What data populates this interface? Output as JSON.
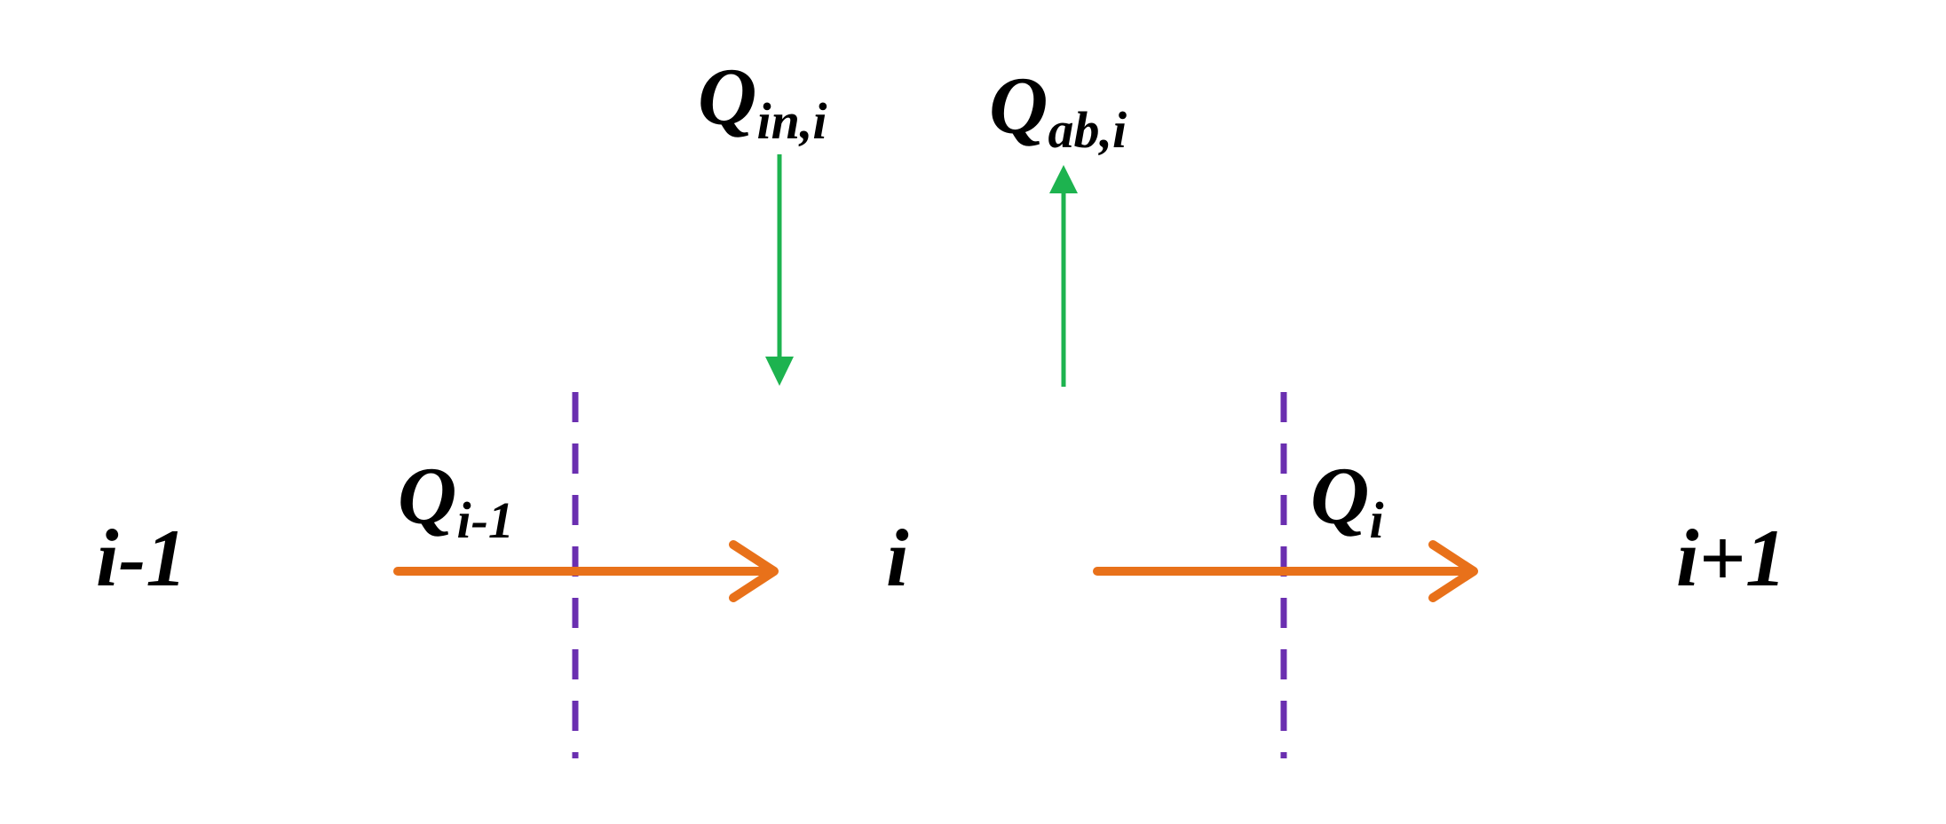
{
  "colors": {
    "channel_wall": "#3a3a3a",
    "boundary": "#6a2fb0",
    "flow_arrow": "#e8711a",
    "lateral_arrow": "#1db34f",
    "text": "#000000"
  },
  "segments": {
    "left": "i-1",
    "center": "i",
    "right": "i+1"
  },
  "flows": {
    "upstream": {
      "symbol": "Q",
      "subscript": "i-1"
    },
    "downstream": {
      "symbol": "Q",
      "subscript": "i"
    }
  },
  "lateral": {
    "inflow": {
      "symbol": "Q",
      "subscript": "in,i"
    },
    "abstraction": {
      "symbol": "Q",
      "subscript": "ab,i"
    }
  }
}
